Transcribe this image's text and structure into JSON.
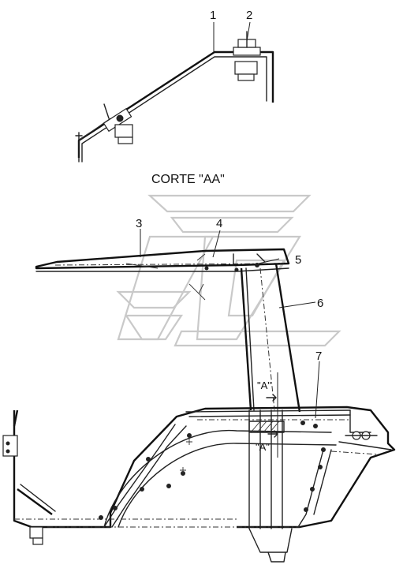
{
  "section_title": "CORTE \"AA\"",
  "view_labels": {
    "top": "\"A\"",
    "bottom": "\"A\""
  },
  "callouts": [
    {
      "id": "1",
      "label": "1"
    },
    {
      "id": "2",
      "label": "2"
    },
    {
      "id": "3",
      "label": "3"
    },
    {
      "id": "4",
      "label": "4"
    },
    {
      "id": "5",
      "label": "5"
    },
    {
      "id": "6",
      "label": "6"
    },
    {
      "id": "7",
      "label": "7"
    }
  ],
  "colors": {
    "line": "#222222",
    "watermark": "#c9c9c9",
    "background": "#ffffff"
  }
}
